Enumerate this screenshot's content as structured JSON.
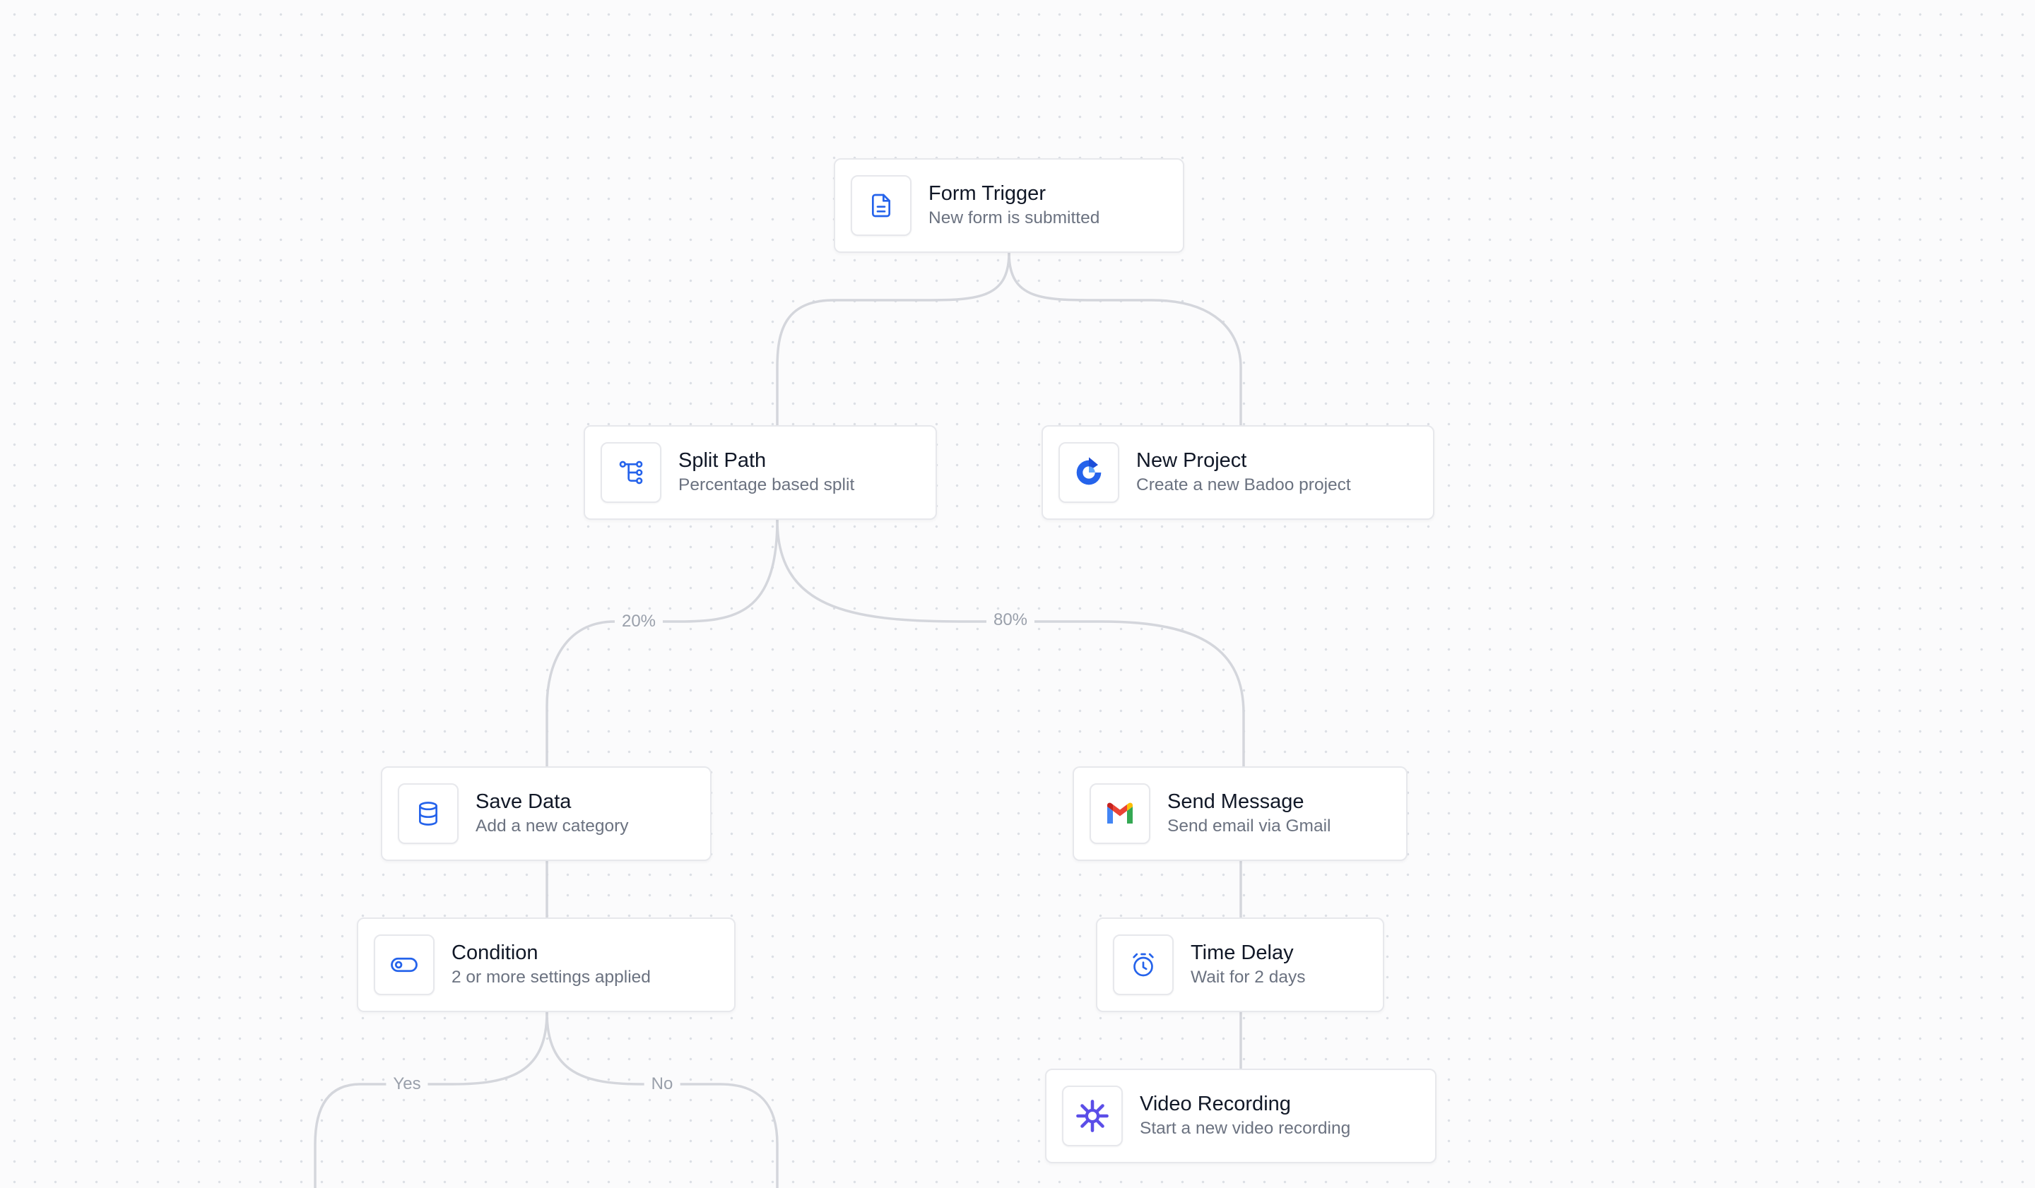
{
  "workflow": {
    "nodes": [
      {
        "id": "form-trigger",
        "title": "Form Trigger",
        "subtitle": "New form is submitted",
        "icon": "document-icon"
      },
      {
        "id": "split-path",
        "title": "Split Path",
        "subtitle": "Percentage based split",
        "icon": "split-icon"
      },
      {
        "id": "new-project",
        "title": "New Project",
        "subtitle": "Create a new Badoo project",
        "icon": "project-refresh-icon"
      },
      {
        "id": "save-data",
        "title": "Save Data",
        "subtitle": "Add a new category",
        "icon": "database-icon"
      },
      {
        "id": "send-message",
        "title": "Send Message",
        "subtitle": "Send email via Gmail",
        "icon": "gmail-icon"
      },
      {
        "id": "condition",
        "title": "Condition",
        "subtitle": "2 or more settings applied",
        "icon": "toggle-icon"
      },
      {
        "id": "time-delay",
        "title": "Time Delay",
        "subtitle": "Wait for 2 days",
        "icon": "alarm-clock-icon"
      },
      {
        "id": "video-recording",
        "title": "Video Recording",
        "subtitle": "Start a new video recording",
        "icon": "sparkle-icon"
      }
    ],
    "edges": [
      {
        "from": "form-trigger",
        "to": "split-path",
        "label": ""
      },
      {
        "from": "form-trigger",
        "to": "new-project",
        "label": ""
      },
      {
        "from": "split-path",
        "to": "save-data",
        "label": "20%"
      },
      {
        "from": "split-path",
        "to": "send-message",
        "label": "80%"
      },
      {
        "from": "save-data",
        "to": "condition",
        "label": ""
      },
      {
        "from": "condition",
        "to": "yes-branch",
        "label": "Yes"
      },
      {
        "from": "condition",
        "to": "no-branch",
        "label": "No"
      },
      {
        "from": "send-message",
        "to": "time-delay",
        "label": ""
      },
      {
        "from": "time-delay",
        "to": "video-recording",
        "label": ""
      }
    ]
  },
  "colors": {
    "accent_blue": "#2563eb",
    "edge": "#d4d6dc",
    "video_purple": "#5b4ee8"
  }
}
